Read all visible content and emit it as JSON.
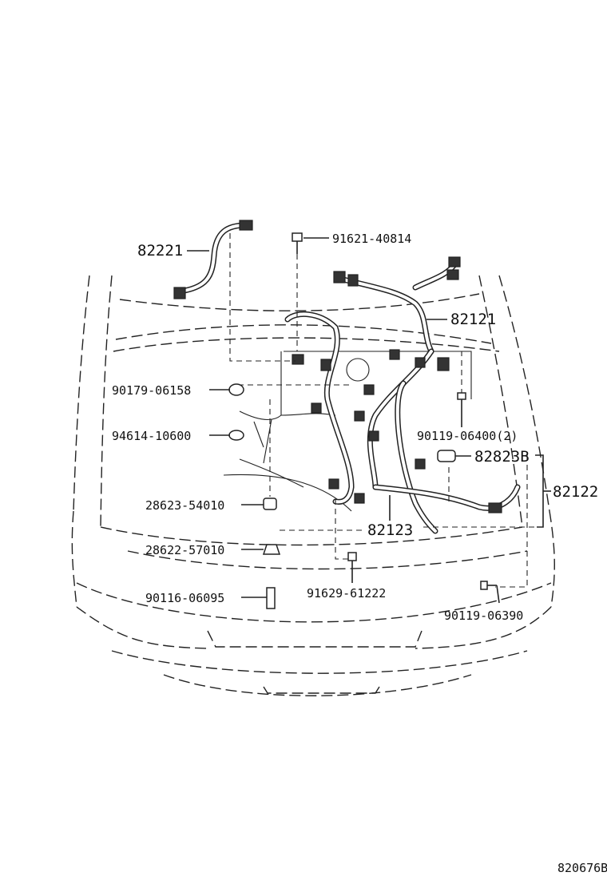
{
  "diagram": {
    "labels": {
      "p82221": "82221",
      "p91621": "91621-40814",
      "p82121": "82121",
      "p90179": "90179-06158",
      "p94614": "94614-10600",
      "p90119a": "90119-06400(2)",
      "p82823": "82823B",
      "p82122": "82122",
      "p28623": "28623-54010",
      "p82123": "82123",
      "p28622": "28622-57010",
      "p90116": "90116-06095",
      "p91629": "91629-61222",
      "p90119b": "90119-06390"
    },
    "figure_code": "820676B"
  }
}
